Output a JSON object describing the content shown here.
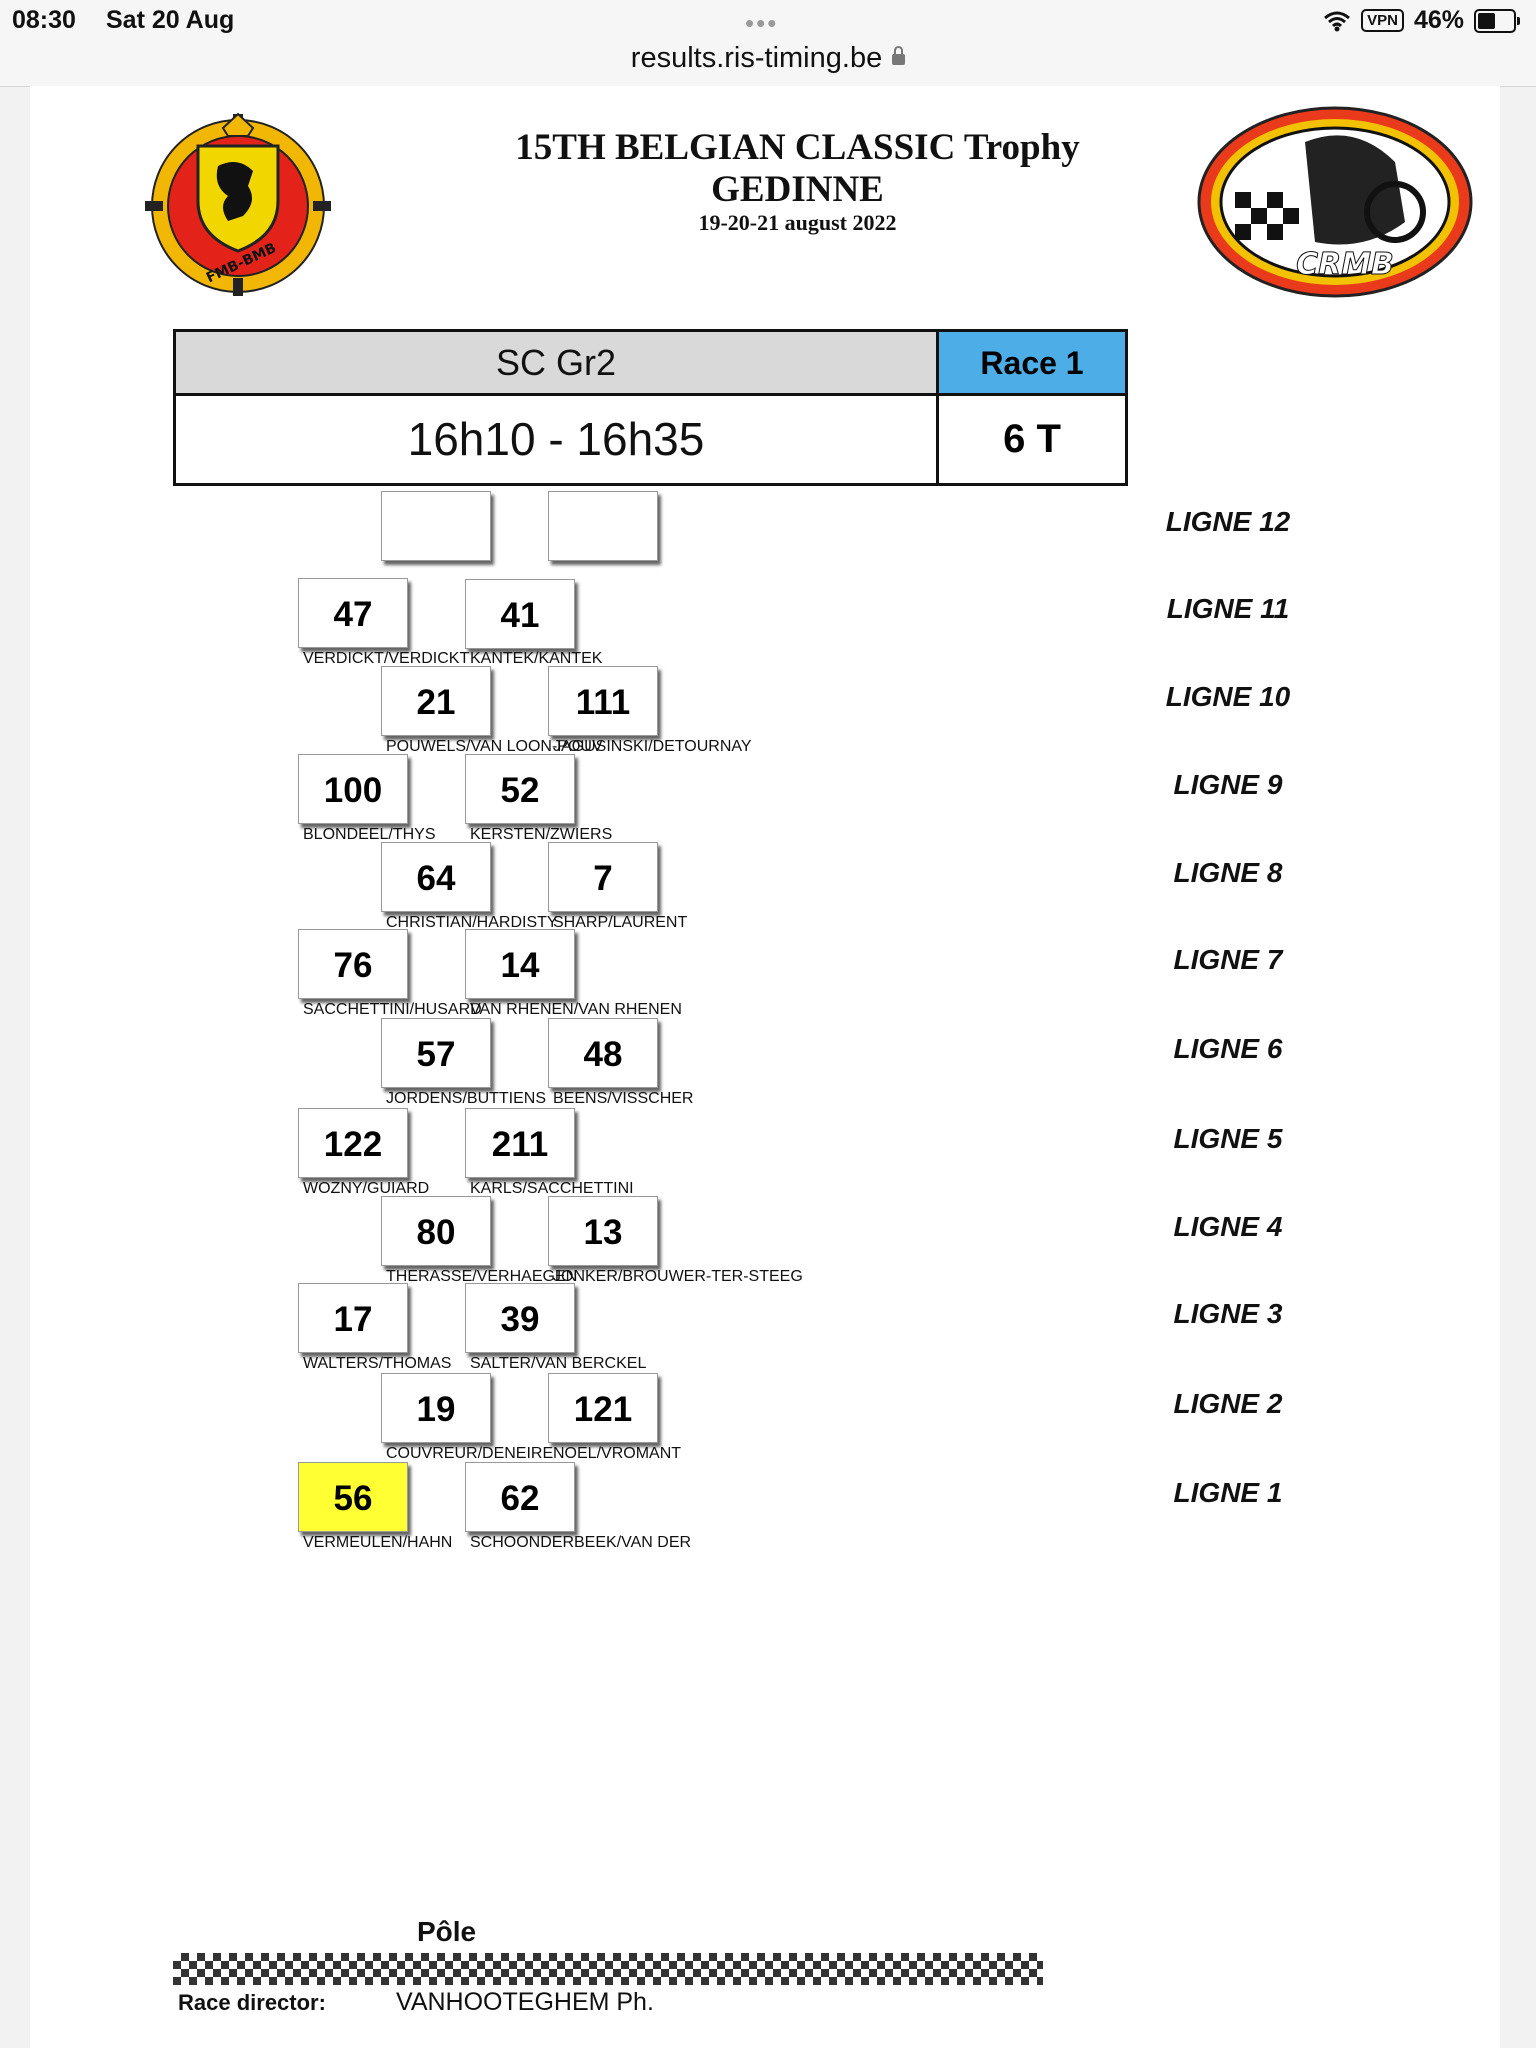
{
  "status_bar": {
    "time": "08:30",
    "date": "Sat 20 Aug",
    "url": "results.ris-timing.be",
    "vpn": "VPN",
    "battery": "46%"
  },
  "header": {
    "title_line1": "15TH BELGIAN CLASSIC Trophy",
    "title_line2": "GEDINNE",
    "dates": "19-20-21 august 2022",
    "logo_left_text": "FMB-BMB",
    "logo_right_text": "CRMB"
  },
  "race": {
    "class": "SC Gr2",
    "race_label": "Race 1",
    "time": "16h10 - 16h35",
    "laps": "6 T",
    "race_color": "#4dade7"
  },
  "grid": [
    {
      "ligne": "LIGNE 12",
      "left": {
        "number": "",
        "names": ""
      },
      "right": {
        "number": "",
        "names": ""
      }
    },
    {
      "ligne": "LIGNE 11",
      "left": {
        "number": "47",
        "names": "VERDICKT/VERDICKT"
      },
      "right": {
        "number": "41",
        "names": "KANTEK/KANTEK"
      }
    },
    {
      "ligne": "LIGNE 10",
      "left": {
        "number": "21",
        "names": "POUWELS/VAN LOON-POUV"
      },
      "right": {
        "number": "111",
        "names": "JAGUSINSKI/DETOURNAY"
      }
    },
    {
      "ligne": "LIGNE 9",
      "left": {
        "number": "100",
        "names": "BLONDEEL/THYS"
      },
      "right": {
        "number": "52",
        "names": "KERSTEN/ZWIERS"
      }
    },
    {
      "ligne": "LIGNE 8",
      "left": {
        "number": "64",
        "names": "CHRISTIAN/HARDISTY"
      },
      "right": {
        "number": "7",
        "names": "SHARP/LAURENT"
      }
    },
    {
      "ligne": "LIGNE 7",
      "left": {
        "number": "76",
        "names": "SACCHETTINI/HUSARD"
      },
      "right": {
        "number": "14",
        "names": "VAN RHENEN/VAN RHENEN"
      }
    },
    {
      "ligne": "LIGNE 6",
      "left": {
        "number": "57",
        "names": "JORDENS/BUTTIENS"
      },
      "right": {
        "number": "48",
        "names": "BEENS/VISSCHER"
      }
    },
    {
      "ligne": "LIGNE 5",
      "left": {
        "number": "122",
        "names": "WOZNY/GUIARD"
      },
      "right": {
        "number": "211",
        "names": "KARLS/SACCHETTINI"
      }
    },
    {
      "ligne": "LIGNE 4",
      "left": {
        "number": "80",
        "names": "THERASSE/VERHAEGEN"
      },
      "right": {
        "number": "13",
        "names": "JONKER/BROUWER-TER-STEEG"
      }
    },
    {
      "ligne": "LIGNE 3",
      "left": {
        "number": "17",
        "names": "WALTERS/THOMAS"
      },
      "right": {
        "number": "39",
        "names": "SALTER/VAN BERCKEL"
      }
    },
    {
      "ligne": "LIGNE 2",
      "left": {
        "number": "19",
        "names": "COUVREUR/DENEIRE"
      },
      "right": {
        "number": "121",
        "names": "NOEL/VROMANT"
      }
    },
    {
      "ligne": "LIGNE 1",
      "left": {
        "number": "56",
        "names": "VERMEULEN/HAHN"
      },
      "right": {
        "number": "62",
        "names": "SCHOONDERBEEK/VAN DER"
      }
    }
  ],
  "pole_label": "Pôle",
  "race_director": {
    "label": "Race director:",
    "name": "VANHOOTEGHEM Ph."
  },
  "colors": {
    "pole_highlight": "#ffff33"
  }
}
